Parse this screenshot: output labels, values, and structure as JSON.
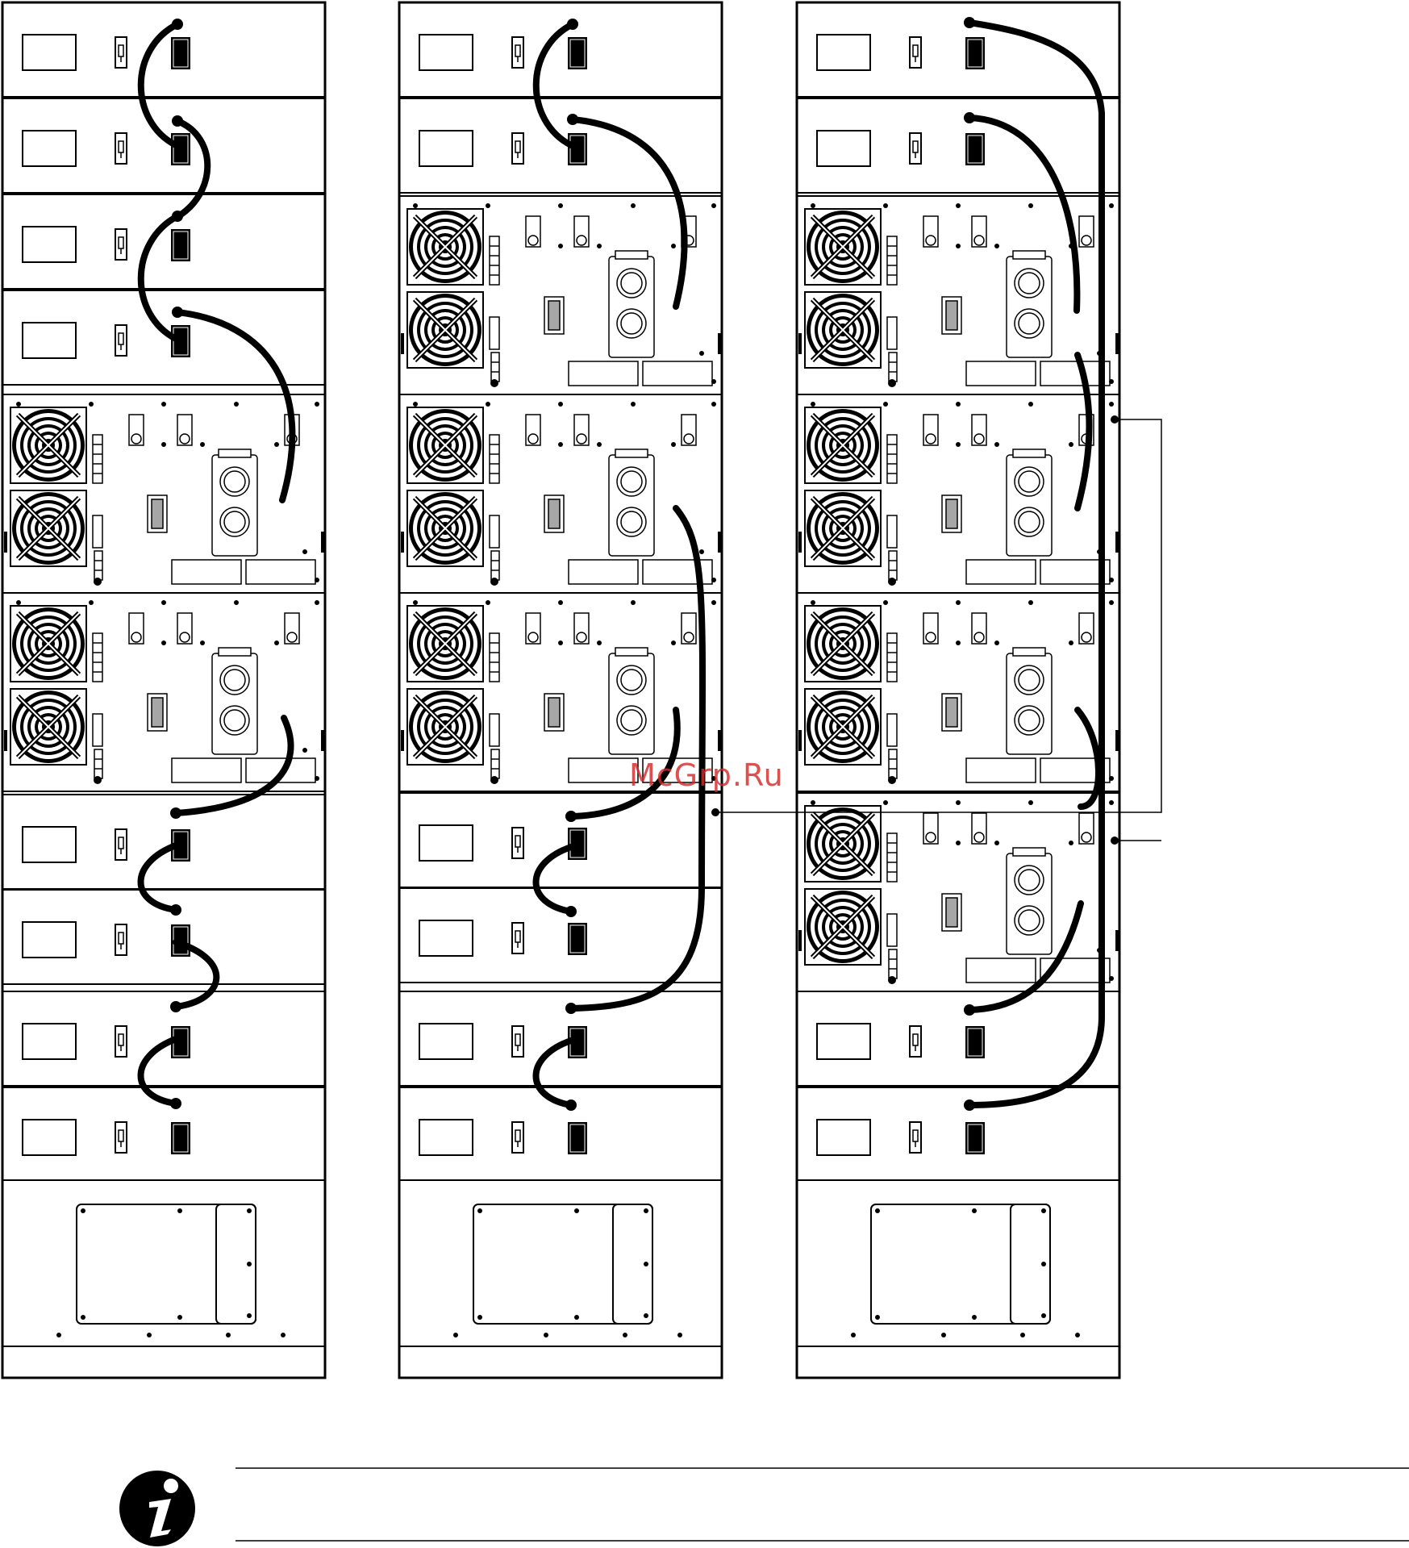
{
  "figure": {
    "watermark": "McGrp.Ru",
    "colors": {
      "line": "#000000",
      "background": "#ffffff",
      "watermark": "#d62a2a"
    }
  },
  "racks": [
    {
      "name": "left-rack",
      "modules": [
        "battery",
        "battery",
        "battery",
        "battery",
        "ups",
        "ups",
        "battery",
        "battery",
        "battery",
        "battery",
        "base"
      ]
    },
    {
      "name": "center-rack",
      "modules": [
        "battery",
        "battery",
        "ups",
        "ups",
        "ups",
        "battery",
        "battery",
        "battery",
        "battery",
        "base"
      ]
    },
    {
      "name": "right-rack",
      "modules": [
        "battery",
        "battery",
        "ups",
        "ups",
        "ups",
        "ups",
        "battery",
        "battery",
        "base"
      ]
    }
  ],
  "note": {
    "icon": "info-icon"
  }
}
